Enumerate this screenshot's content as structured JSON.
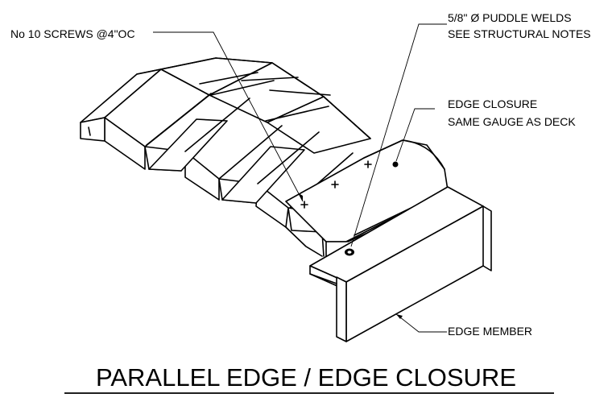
{
  "labels": {
    "screws": "No 10 SCREWS @4\"OC",
    "puddle_line1": "5/8\" Ø PUDDLE WELDS",
    "puddle_line2": "SEE STRUCTURAL NOTES",
    "closure_line1": "EDGE CLOSURE",
    "closure_line2": "SAME GAUGE AS DECK",
    "edge_member": "EDGE MEMBER"
  },
  "title": "PARALLEL EDGE / EDGE CLOSURE"
}
